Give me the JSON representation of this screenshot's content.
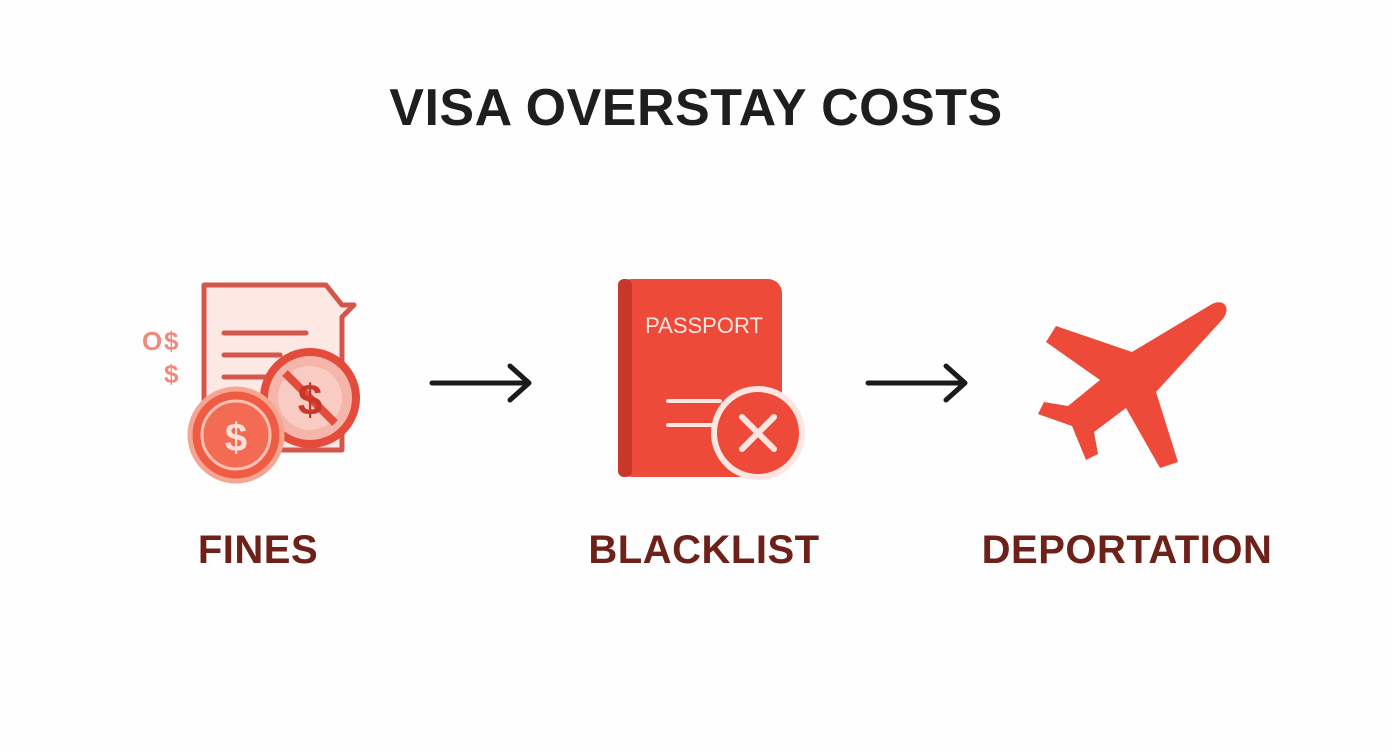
{
  "title": "VISA OVERSTAY COSTS",
  "colors": {
    "accent_red": "#ee4a39",
    "label_brown": "#6e2118",
    "title_dark": "#1e1e1e",
    "arrow_dark": "#1b1b1b"
  },
  "steps": [
    {
      "label": "FINES",
      "icon": "fines-document-coins-icon",
      "small_text": [
        "$",
        "$",
        "$"
      ]
    },
    {
      "label": "BLACKLIST",
      "icon": "passport-x-icon",
      "passport_text": "PASSPORT"
    },
    {
      "label": "DEPORTATION",
      "icon": "airplane-icon"
    }
  ]
}
